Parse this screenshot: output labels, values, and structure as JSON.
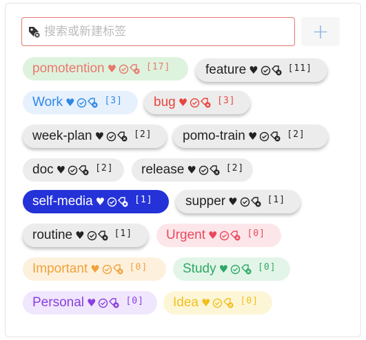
{
  "search": {
    "placeholder": "搜索或新建标签"
  },
  "add_button": {
    "label": "+"
  },
  "tags": [
    {
      "id": "pomotention",
      "name": "pomotention",
      "count": "[17]",
      "color": "#e8786e",
      "bg": "#def3dd"
    },
    {
      "id": "feature",
      "name": "feature",
      "count": "[11]",
      "color": "#222222",
      "bg": "#ececec"
    },
    {
      "id": "work",
      "name": "Work",
      "count": "[3]",
      "color": "#2f86e6",
      "bg": "#e6f1fd"
    },
    {
      "id": "bug",
      "name": "bug",
      "count": "[3]",
      "color": "#e8453c",
      "bg": "#ececec"
    },
    {
      "id": "week-plan",
      "name": "week-plan",
      "count": "[2]",
      "color": "#222222",
      "bg": "#ececec"
    },
    {
      "id": "pomo-train",
      "name": "pomo-train",
      "count": "[2]",
      "color": "#222222",
      "bg": "#ececec"
    },
    {
      "id": "doc",
      "name": "doc",
      "count": "[2]",
      "color": "#222222",
      "bg": "#ececec"
    },
    {
      "id": "release",
      "name": "release",
      "count": "[2]",
      "color": "#222222",
      "bg": "#ececec"
    },
    {
      "id": "self-media",
      "name": "self-media",
      "count": "[1]",
      "color": "#ffffff",
      "bg": "#2432d8"
    },
    {
      "id": "supper",
      "name": "supper",
      "count": "[1]",
      "color": "#222222",
      "bg": "#ececec"
    },
    {
      "id": "routine",
      "name": "routine",
      "count": "[1]",
      "color": "#222222",
      "bg": "#ececec"
    },
    {
      "id": "urgent",
      "name": "Urgent",
      "count": "[0]",
      "color": "#e8485e",
      "bg": "#fde6ea"
    },
    {
      "id": "important",
      "name": "Important",
      "count": "[0]",
      "color": "#f0a23a",
      "bg": "#fdf1de"
    },
    {
      "id": "study",
      "name": "Study",
      "count": "[0]",
      "color": "#2ea865",
      "bg": "#e2f5e8"
    },
    {
      "id": "personal",
      "name": "Personal",
      "count": "[0]",
      "color": "#8a3fe0",
      "bg": "#f0e6fd"
    },
    {
      "id": "idea",
      "name": "Idea",
      "count": "[0]",
      "color": "#f3bf1e",
      "bg": "#fdf6d6"
    }
  ],
  "icons": {
    "heart": "heart-icon",
    "eye": "eye-icon",
    "close": "delete-badge-icon",
    "tag": "tag-icon"
  }
}
